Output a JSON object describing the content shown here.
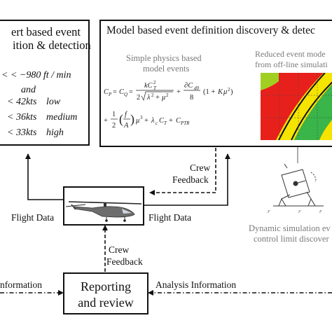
{
  "expert_box": {
    "title_line1": "ert based event",
    "title_line2": "ition & detection",
    "rule1": "< < −980 ft / min",
    "rule_and": "and",
    "rule2_value": "< 42kts",
    "rule2_label": "low",
    "rule3_value": "< 36kts",
    "rule3_label": "medium",
    "rule4_value": "< 33kts",
    "rule4_label": "high"
  },
  "model_box": {
    "title": "Model based event definition discovery & detec",
    "physics_title_line1": "Simple physics based",
    "physics_title_line2": "model events",
    "equation_line1": "C_P = C_Q = kC_T^2 / 2√(λ^2 + μ^2) + ∂C_d0/8 (1 + Kμ^2)",
    "equation_line2": "+ 1/2 (f/A) μ^3 + λ_c C_T + C_PTR",
    "reduced_title_line1": "Reduced event mode",
    "reduced_title_line2": "from off-line simulati",
    "sim_caption_line1": "Dynamic simulation ev",
    "sim_caption_line2": "control limit discover"
  },
  "labels": {
    "crew_feedback_top_line1": "Crew",
    "crew_feedback_top_line2": "Feedback",
    "flight_data_left": "Flight Data",
    "flight_data_right": "Flight Data",
    "crew_feedback_bottom_line1": "Crew",
    "crew_feedback_bottom_line2": "Feedback",
    "information_left": "nformation",
    "analysis_information": "Analysis Information"
  },
  "reporting_box": {
    "line1": "Reporting",
    "line2": "and review"
  },
  "colors": {
    "heatmap_red": "#e8201c",
    "heatmap_yellow": "#f4e400",
    "heatmap_green": "#39b54a",
    "line": "#111111",
    "caption_gray": "#7a7a7a"
  }
}
